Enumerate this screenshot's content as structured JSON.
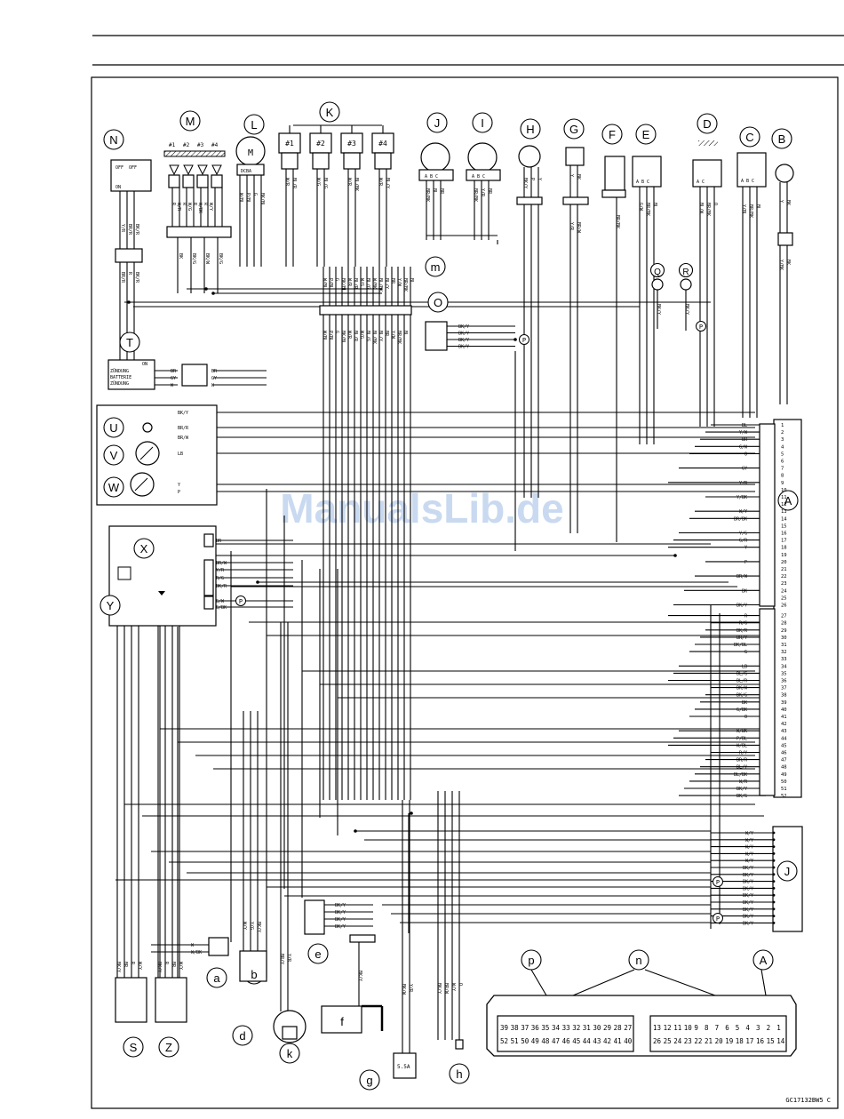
{
  "watermark": "ManualsLib.de",
  "figure_code": "GC17132BW5 C",
  "callouts": [
    "A",
    "B",
    "C",
    "D",
    "E",
    "F",
    "G",
    "H",
    "I",
    "J",
    "K",
    "L",
    "M",
    "N",
    "O",
    "Q",
    "R",
    "S",
    "T",
    "U",
    "V",
    "W",
    "X",
    "Y",
    "Z",
    "a",
    "b",
    "d",
    "e",
    "f",
    "g",
    "h",
    "k",
    "m",
    "n",
    "p"
  ],
  "blocks": {
    "M": {
      "title": "M",
      "slots": [
        "#1",
        "#2",
        "#3",
        "#4"
      ],
      "wires": [
        "R",
        "W/R",
        "R",
        "W/G",
        "R",
        "W/BK",
        "R",
        "W/Y"
      ]
    },
    "K": {
      "title": "K",
      "coils": [
        "#1",
        "#2",
        "#3",
        "#4"
      ],
      "wires": [
        "W/R",
        "BL/R",
        "W/G",
        "BL/G",
        "W/R",
        "BL/BK",
        "W/R",
        "BL/Y"
      ]
    },
    "L": {
      "title": "L",
      "rotor_label": "M",
      "pins": "DCBA",
      "wires": [
        "W/BL",
        "P/BL",
        "G",
        "BK/BL"
      ]
    },
    "J_left": {
      "title": "J",
      "pins": "A B C",
      "wires": [
        "BR/BK",
        "BL",
        "BR"
      ]
    },
    "I": {
      "title": "I",
      "pins": "A B C",
      "wires": [
        "BR/BK",
        "Y/R",
        "BR"
      ]
    },
    "H": {
      "title": "H",
      "wires": [
        "BK/Y",
        "P",
        "Y"
      ]
    },
    "G": {
      "title": "G",
      "wires": [
        "Y",
        "BK"
      ],
      "bottom": [
        "Y/R",
        "BR/W"
      ]
    },
    "F": {
      "title": "F",
      "wires": [
        "BR/BK"
      ]
    },
    "E": {
      "title": "E",
      "pins": "A B C",
      "wires": [
        "G/W",
        "BR/BK",
        "BL"
      ]
    },
    "D": {
      "title": "D",
      "pins": "A C",
      "wires": [
        "BL/W",
        "BR/BK",
        "O"
      ]
    },
    "C": {
      "title": "C",
      "pins": "A B C",
      "wires": [
        "Y/BL",
        "BR/BK",
        "BL"
      ]
    },
    "B": {
      "title": "B",
      "wires": [
        "Y",
        "BK"
      ],
      "bottom": [
        "Y/BK",
        "BK"
      ]
    },
    "N": {
      "title": "N",
      "off": "OFF",
      "on": "ON",
      "wires": [
        "Y/R",
        "BR/R",
        "BK/R"
      ],
      "bottom": [
        "BR/R",
        "R",
        "BK/R"
      ]
    },
    "T": {
      "title": "T",
      "state_on": "ON",
      "rows": [
        "ZÜNDUNG",
        "BATTERIE",
        "ZÜNDUNG"
      ],
      "wires": [
        "BR",
        "GY",
        "W"
      ]
    },
    "m": {
      "title": "m",
      "top": [
        "W/BL",
        "P/BL",
        "G",
        "BK/BL",
        "W/R",
        "BL/R",
        "W/G",
        "BL/G",
        "W/BK",
        "BL/BK",
        "BL/Y",
        "BR",
        "Y/W",
        "BR/BK",
        "BL"
      ],
      "bottom": [
        "W/BL",
        "P/BL",
        "G",
        "BK/BL",
        "W/R",
        "BL/R",
        "W/G",
        "BL/G",
        "BL/BK",
        "BL/Y",
        "BR",
        "Y/W",
        "BR/BK",
        "BL"
      ]
    },
    "O": {
      "title": "O",
      "wires": [
        "BK/Y",
        "BK/Y",
        "BK/Y",
        "BK/Y"
      ]
    },
    "Q": {
      "title": "Q",
      "wire": "BK/Y"
    },
    "R": {
      "title": "R",
      "wire": "BK/Y"
    },
    "UVW": {
      "titles": [
        "U",
        "V",
        "W"
      ],
      "wires": [
        "BK/Y",
        "BR/R",
        "BR/W",
        "LB",
        "Y",
        "P"
      ]
    },
    "XY": {
      "titles": [
        "X",
        "Y"
      ],
      "wires": [
        "BR",
        "BR/W",
        "Y/R",
        "R/G",
        "BK/R",
        "G/W",
        "G/BK"
      ]
    },
    "S": {
      "title": "S",
      "wires": [
        "BK/Y",
        "BR",
        "R",
        "W/Y"
      ]
    },
    "Z": {
      "title": "Z",
      "wires": [
        "BK/Y",
        "R",
        "BR",
        "W/Y"
      ]
    },
    "a": {
      "title": "a",
      "wires": [
        "W",
        "W/BK"
      ]
    },
    "b": {
      "title": "b",
      "wires": [
        "W/Y",
        "Y/G",
        "BK/Y"
      ]
    },
    "d": {
      "title": "d",
      "wires": [
        "BR/Y",
        "Y/R"
      ]
    },
    "e": {
      "title": "e",
      "wires": [
        "BK/Y",
        "BK/Y",
        "BK/Y",
        "BK/Y"
      ],
      "bottom": "BK/Y"
    },
    "f": {
      "title": "f"
    },
    "g": {
      "title": "g",
      "fuse": "5.5A",
      "wires": [
        "BK/W",
        "Y/R"
      ]
    },
    "h": {
      "title": "h",
      "wires": [
        "BK/Y",
        "BR/W",
        "W/Y",
        "O"
      ]
    },
    "J_right": {
      "title": "J",
      "wires": [
        "W/Y",
        "W/Y",
        "W/Y",
        "W/Y",
        "W/Y",
        "BK/Y",
        "BK/Y",
        "BK/Y",
        "BK/Y",
        "BK/Y",
        "BK/Y",
        "BK/Y",
        "BK/Y",
        "BK/Y"
      ]
    }
  },
  "ecu_pins": [
    {
      "n": "1",
      "w": "BL"
    },
    {
      "n": "2",
      "w": "Y/W"
    },
    {
      "n": "3",
      "w": "BR"
    },
    {
      "n": "4",
      "w": "G/W"
    },
    {
      "n": "5",
      "w": "O"
    },
    {
      "n": "6",
      "w": ""
    },
    {
      "n": "7",
      "w": "GY"
    },
    {
      "n": "8",
      "w": ""
    },
    {
      "n": "9",
      "w": "Y/R"
    },
    {
      "n": "10",
      "w": ""
    },
    {
      "n": "11",
      "w": "Y/BK"
    },
    {
      "n": "12",
      "w": ""
    },
    {
      "n": "13",
      "w": "W/Y"
    },
    {
      "n": "14",
      "w": "BR/BK"
    },
    {
      "n": "15",
      "w": ""
    },
    {
      "n": "16",
      "w": "Y/G"
    },
    {
      "n": "17",
      "w": "G/R"
    },
    {
      "n": "18",
      "w": "Y"
    },
    {
      "n": "19",
      "w": ""
    },
    {
      "n": "20",
      "w": "P"
    },
    {
      "n": "21",
      "w": ""
    },
    {
      "n": "22",
      "w": "BR/W"
    },
    {
      "n": "23",
      "w": ""
    },
    {
      "n": "24",
      "w": "BK"
    },
    {
      "n": "25",
      "w": ""
    },
    {
      "n": "26",
      "w": "BK/Y"
    },
    {
      "n": "27",
      "w": "R"
    },
    {
      "n": "28",
      "w": "R/G"
    },
    {
      "n": "29",
      "w": "BK/R"
    },
    {
      "n": "30",
      "w": "BR/Y"
    },
    {
      "n": "31",
      "w": "BK/BL"
    },
    {
      "n": "32",
      "w": "G"
    },
    {
      "n": "33",
      "w": ""
    },
    {
      "n": "34",
      "w": "LB"
    },
    {
      "n": "35",
      "w": "BL/G"
    },
    {
      "n": "36",
      "w": "BL/R"
    },
    {
      "n": "37",
      "w": "BK/W"
    },
    {
      "n": "38",
      "w": "BK/G"
    },
    {
      "n": "39",
      "w": "BK"
    },
    {
      "n": "40",
      "w": "G/BK"
    },
    {
      "n": "41",
      "w": "O"
    },
    {
      "n": "42",
      "w": ""
    },
    {
      "n": "43",
      "w": "W/BK"
    },
    {
      "n": "44",
      "w": "P/BL"
    },
    {
      "n": "45",
      "w": "W/BL"
    },
    {
      "n": "46",
      "w": "R/Y"
    },
    {
      "n": "47",
      "w": "BR/R"
    },
    {
      "n": "48",
      "w": "BL/Y"
    },
    {
      "n": "49",
      "w": "BL/BK"
    },
    {
      "n": "50",
      "w": "W/R"
    },
    {
      "n": "51",
      "w": "BK/Y"
    },
    {
      "n": "52",
      "w": "BK/G"
    }
  ],
  "ecu_connector": {
    "left_top": [
      "39",
      "38",
      "37",
      "36",
      "35",
      "34",
      "33",
      "32",
      "31",
      "30",
      "29",
      "28",
      "27"
    ],
    "left_bottom": [
      "52",
      "51",
      "50",
      "49",
      "48",
      "47",
      "46",
      "45",
      "44",
      "43",
      "42",
      "41",
      "40"
    ],
    "right_top": [
      "13",
      "12",
      "11",
      "10",
      "9",
      "8",
      "7",
      "6",
      "5",
      "4",
      "3",
      "2",
      "1"
    ],
    "right_bottom": [
      "26",
      "25",
      "24",
      "23",
      "22",
      "21",
      "20",
      "19",
      "18",
      "17",
      "16",
      "15",
      "14"
    ]
  },
  "connector_labels": {
    "p": "p",
    "n": "n",
    "A": "A"
  }
}
